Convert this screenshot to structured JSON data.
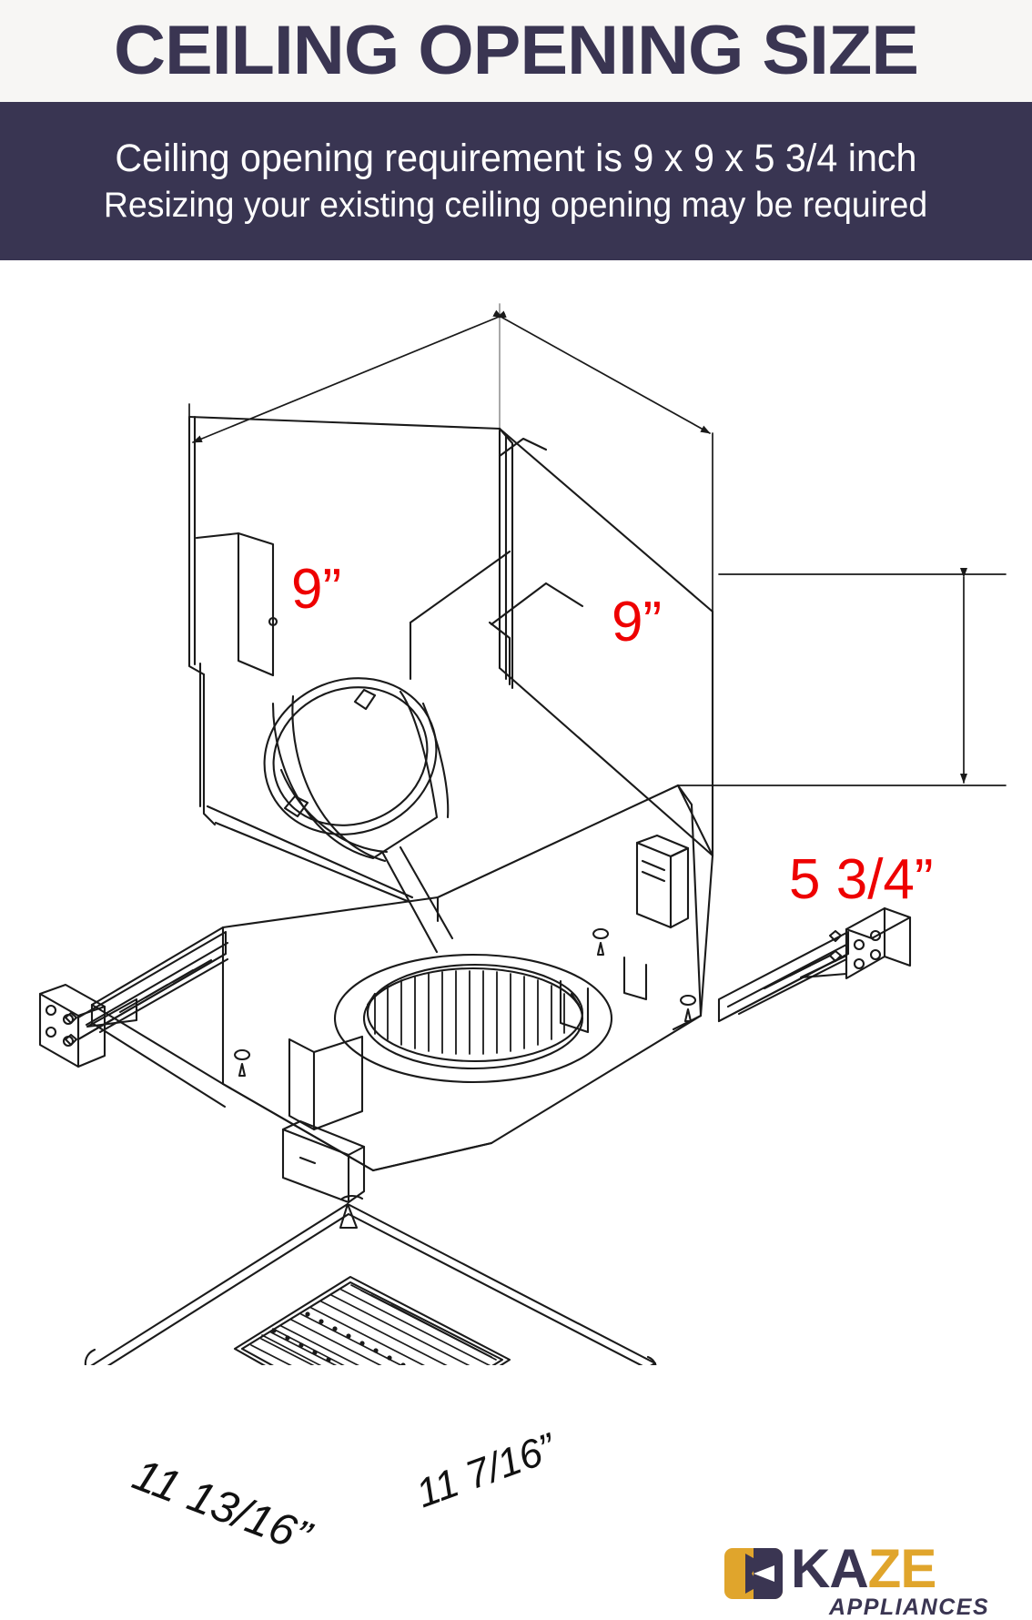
{
  "header": {
    "title": "CEILING OPENING SIZE",
    "subtitle_line_1": "Ceiling opening requirement is 9 x 9 x 5 3/4 inch",
    "subtitle_line_2": "Resizing your existing ceiling opening may be required",
    "title_color": "#3a3552",
    "band_color": "#393552",
    "title_bg_color": "#f7f6f4"
  },
  "diagram": {
    "caption_color": "#ee0000",
    "line_color": "#1a1a1a",
    "housing_dimensions": {
      "width": "9”",
      "depth": "9”",
      "height": "5 3/4”"
    },
    "cover_dimensions": {
      "width": "11  13/16”",
      "depth": "11 7/16”"
    },
    "parts": {
      "housing": "fan-housing-body",
      "duct_collar": "duct-collar",
      "blower_wheel": "blower-wheel",
      "mounting_bracket_left": "mounting-bracket-left",
      "mounting_bracket_right": "mounting-bracket-right",
      "grille_cover": "grille-cover",
      "electrical_box": "electrical-junction-box"
    }
  },
  "logo": {
    "name_primary": "KA",
    "name_secondary": "ZE",
    "tagline": "APPLIANCES",
    "gold": "#e0a52c",
    "navy": "#3a3552"
  }
}
